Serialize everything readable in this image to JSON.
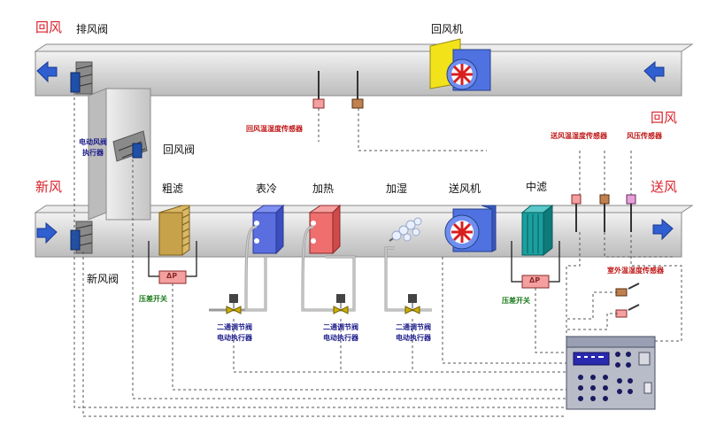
{
  "labels": {
    "return_air_left": "回风",
    "exhaust_damper": "排风阀",
    "return_fan": "回风机",
    "return_temp_humidity_sensor": "回风温湿度传感器",
    "return_air_right": "回风",
    "supply_temp_humidity_sensor": "送风温湿度传感器",
    "air_pressure_sensor": "风压传感器",
    "damper_actuator_line1": "电动风阀",
    "damper_actuator_line2": "执行器",
    "return_damper": "回风阀",
    "fresh_air": "新风",
    "coarse_filter": "粗滤",
    "cooling_coil": "表冷",
    "heating": "加热",
    "humidifying": "加湿",
    "supply_fan": "送风机",
    "medium_filter": "中滤",
    "supply_air": "送风",
    "fresh_damper": "新风阀",
    "diff_pressure_switch_left": "压差开关",
    "diff_pressure_switch_right": "压差开关",
    "outdoor_sensor": "室外温湿度传感器",
    "valve_actuator_1_line1": "二通调节阀",
    "valve_actuator_1_line2": "电动执行器",
    "valve_actuator_2_line1": "二通调节阀",
    "valve_actuator_2_line2": "电动执行器",
    "valve_actuator_3_line1": "二通调节阀",
    "valve_actuator_3_line2": "电动执行器",
    "dp_box_left": "ΔP",
    "dp_box_right": "ΔP"
  },
  "icons": [
    "arrow-left-icon",
    "arrow-right-icon",
    "fan-icon",
    "controller-icon",
    "sensor-icon",
    "valve-icon"
  ],
  "colors": {
    "duct": "#d9d9d9",
    "duct_edge": "#8a8a8a",
    "arrow": "#2f5fd0",
    "cooling_coil": "#5a6ee0",
    "heating_coil": "#ef6f6f",
    "filter_coarse": "#c8a24a",
    "filter_medium": "#1aa0a0",
    "fan_body": "#4f72e0",
    "fan_inlet": "#f2e21a",
    "fan_blade": "#d81e1e",
    "label_red": "#d8202a",
    "wire": "#555555"
  }
}
